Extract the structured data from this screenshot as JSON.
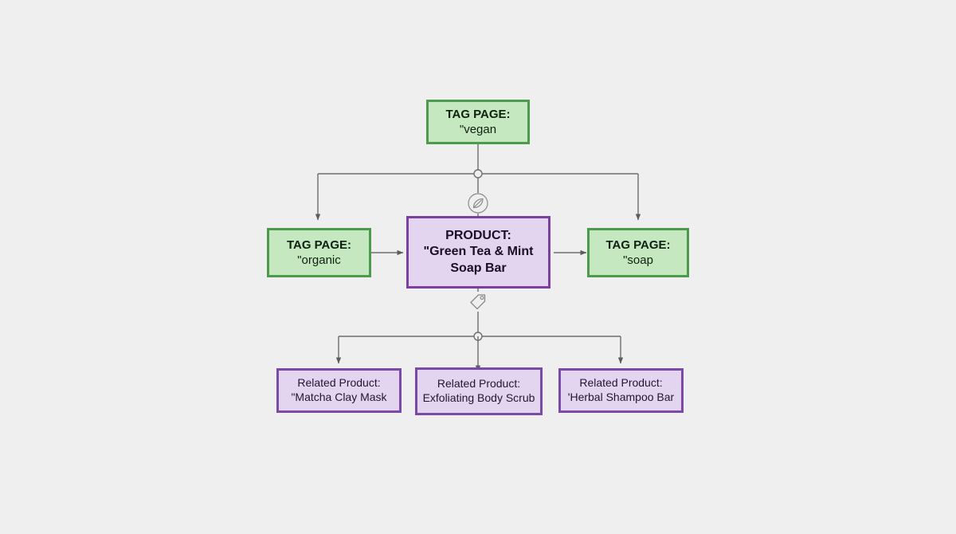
{
  "diagram": {
    "background_color": "#efefef",
    "title_present": false,
    "nodes": {
      "tag_vegan": {
        "line1": "TAG PAGE:",
        "line2": "\"vegan",
        "type": "tag-page",
        "fill": "#c5e8c0",
        "stroke": "#4c9a4c"
      },
      "tag_organic": {
        "line1": "TAG PAGE:",
        "line2": "\"organic",
        "type": "tag-page",
        "fill": "#c5e8c0",
        "stroke": "#4c9a4c"
      },
      "tag_soap": {
        "line1": "TAG PAGE:",
        "line2": "\"soap",
        "type": "tag-page",
        "fill": "#c5e8c0",
        "stroke": "#4c9a4c"
      },
      "product": {
        "line1": "PRODUCT:",
        "line2": "\"Green Tea & Mint",
        "line3": "Soap Bar",
        "type": "product",
        "fill": "#e3d5f0",
        "stroke": "#7b3fa0"
      },
      "related_1": {
        "line1": "Related Product:",
        "line2": "\"Matcha Clay Mask",
        "type": "related-product",
        "fill": "#e3d5f0",
        "stroke": "#7b4aa8"
      },
      "related_2": {
        "line1": "Related Product:",
        "line2": "Exfoliating Body Scrub",
        "type": "related-product",
        "fill": "#e3d5f0",
        "stroke": "#7b4aa8"
      },
      "related_3": {
        "line1": "Related Product:",
        "line2": "'Herbal Shampoo Bar",
        "type": "related-product",
        "fill": "#e3d5f0",
        "stroke": "#7b4aa8"
      }
    },
    "icons": {
      "leaf_badge": "leaf-in-circle-icon",
      "tag_badge": "price-tag-icon"
    },
    "edge_color": "#6e6e6e",
    "junction_fill": "#efefef"
  }
}
